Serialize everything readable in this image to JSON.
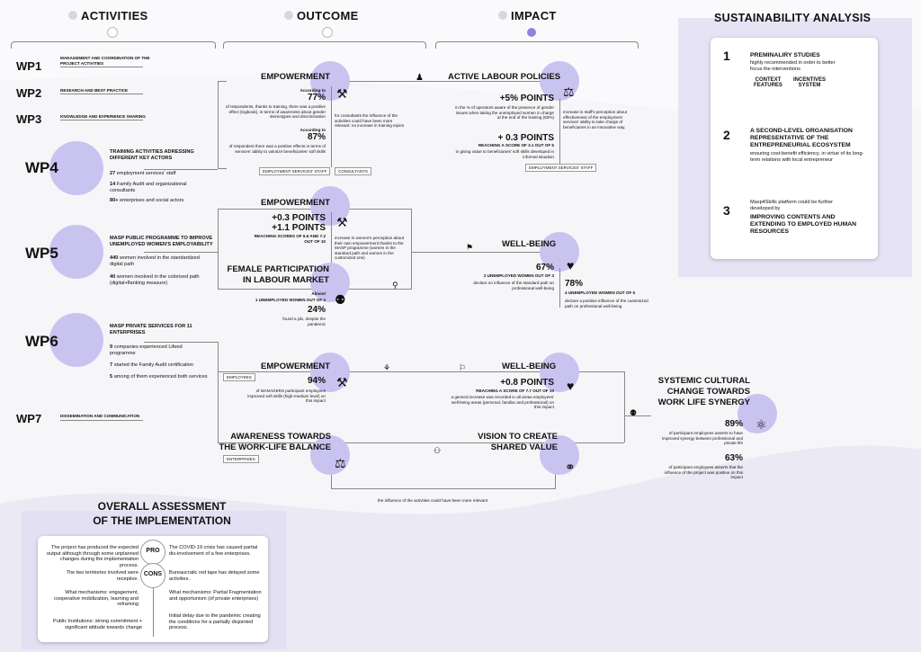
{
  "headers": {
    "activities": "ACTIVITIES",
    "outcome": "OUTCOME",
    "impact": "IMPACT",
    "sustainability": "SUSTAINABILITY ANALYSIS"
  },
  "wp": {
    "wp1": {
      "label": "WP1",
      "text": "MANAGEMENT AND COORDINATION OF THE PROJECT ACTIVITIES"
    },
    "wp2": {
      "label": "WP2",
      "text": "RESEARCH AND BEST PRACTICE"
    },
    "wp3": {
      "label": "WP3",
      "text": "KNOWLEDGE AND EXPERIENCE SHARING"
    },
    "wp4": {
      "label": "WP4",
      "title": "TRAINING ACTIVITIES ADRESSING DIFFERENT KEY ACTORS",
      "items": [
        {
          "n": "27",
          "t": "employment services' staff"
        },
        {
          "n": "14",
          "t": "Family Audit and organizational consultants"
        },
        {
          "n": "80+",
          "t": "enterprises and social actors"
        }
      ]
    },
    "wp5": {
      "label": "WP5",
      "title": "MASP PUBLIC PROGRAMME TO IMPROVE UNEMPLOYED WOMEN'S EMPLOYABILITY",
      "items": [
        {
          "n": "440",
          "t": "women involved in the standardized digital path"
        },
        {
          "n": "40",
          "t": "women involved in the colorized path (digital+flanking measure)"
        }
      ]
    },
    "wp6": {
      "label": "WP6",
      "title": "MASP PRIVATE SERVICES FOR 11 ENTERPRISES",
      "items": [
        {
          "n": "9",
          "t": "companies experienced Lifeed programme"
        },
        {
          "n": "7",
          "t": "started the Family Audit certification"
        },
        {
          "n": "5",
          "t": "among of them experienced both services"
        }
      ]
    },
    "wp7": {
      "label": "WP7",
      "text": "DISSEMINATION AND COMMUNICATION"
    }
  },
  "row1": {
    "out_title": "EMPOWERMENT",
    "a_pre": "According to",
    "a_pct": "77%",
    "a_txt": "of respondents, thanks to training, there was a positive effect (logbook), in terms of awareness about gender stereotypes and discrimination",
    "b_pre": "According to",
    "b_pct": "87%",
    "b_txt": "of respondent there was a positive effects in terms of services' ability to valorize beneficiaries' soft skills",
    "cons_txt": "for consultants the influence of the activities could have been more relevant: no increase in training topics",
    "tag1": "EMPLOYMENT SERVICES' STAFF",
    "tag2": "CONSULTANTS",
    "imp_title": "ACTIVE LABOUR POLICIES",
    "p1": "+5% POINTS",
    "p1_txt": "in the % of operators aware of the presence of gender issues when taking the unemployed women in charge at the end of the training (83%)",
    "p2": "+ 0.3 POINTS",
    "p2_sub": "REACHING A SCORE OF 3.1 OUT OF 5",
    "p2_txt": "in giving value to beneficiaries' soft skills developed in informal situation",
    "side_txt": "Increase in staff's perception about effectiveness of the employment services' ability to take charge of beneficiaries in an innovative way.",
    "tag3": "EMPLOYMENT SERVICES' STAFF"
  },
  "row2": {
    "out_title": "EMPOWERMENT",
    "p1": "+0.3 POINTS",
    "p2": "+1.1 POINTS",
    "sub": "REACHING SCORES OF 6.6 AND 7.2 OUT OF 10",
    "side_txt": "increase in women's perception about their own empowerment thanks to the MASP programme (women in the standard path and women in the customized one)",
    "fp_title": "FEMALE PARTICIPATION IN LABOUR MARKET",
    "almost": "Almost",
    "fp_sub": "1 UNEMPLOYED WOMEN OUT OF 4",
    "fp_pct": "24%",
    "fp_txt": "found a job, despite the pandemic",
    "wb_title": "WELL-BEING",
    "wb1_pct": "67%",
    "wb1_sub": "2 UNEMPLOYED WOMEN OUT OF 3",
    "wb1_txt": "declare no influence of the standard path on professional well-being",
    "wb2_pct": "78%",
    "wb2_sub": "4 UNEMPLOYED WOMEN OUT OF 5",
    "wb2_txt": "declare a positive influence of the customized path on professional well-being"
  },
  "row3": {
    "out_title": "EMPOWERMENT",
    "pct": "94%",
    "txt": "of MANAGERS participant employees improved soft skills (high-medium level) on this impact",
    "tag_emp": "EMPLOYEES",
    "tag_ent": "ENTERPRISES",
    "wb_title": "WELL-BEING",
    "wb_p": "+0.8 POINTS",
    "wb_sub": "REACHING A SCORE OF 7.7 OUT OF 10",
    "wb_txt": "a general increase was recorded in all areas employees' well-being areas (personal, familiar and professional) on this impact",
    "aw_title": "AWARENESS TOWARDS THE WORK-LIFE BALANCE",
    "vs_title": "VISION TO CREATE SHARED VALUE",
    "bottom_note": "the influence of the activities could have been more relevant",
    "sys_title": "SYSTEMIC CULTURAL CHANGE TOWARDS WORK LIFE SYNERGY",
    "s1_pct": "89%",
    "s1_txt": "of participant employees asserts to have improved synergy between professional and private life",
    "s2_pct": "63%",
    "s2_txt": "of participant employees asserts that the influence of the project was positive on this impact"
  },
  "sustain": {
    "n1": "1",
    "t1": "PREMINALIRY STUDIES",
    "t1_sub": "highly recommended in order to better focus the interventions",
    "c1": "CONTEXT FEATURES",
    "c2": "INCENTIVES SYSTEM",
    "n2": "2",
    "t2": "A SECOND-LEVEL ORGANISATION REPRESENTATIVE OF THE ENTREPRENEURIAL ECOSYSTEM",
    "t2_sub": "ensuring cost-benefit efficiency, in virtue of its long-term relations with local entrepreneur",
    "n3": "3",
    "t3_pre": "Masp4Skills platform could be further developed by",
    "t3": "IMPROVING CONTENTS AND EXTENDING TO EMPLOYED HUMAN RESOURCES"
  },
  "assessment": {
    "title1": "OVERALL ASSESSMENT",
    "title2": "OF THE IMPLEMENTATION",
    "pro": "PRO",
    "cons": "CONS",
    "left": [
      "The project has produced the expected output although through some unplanned changes during the implementation process.",
      "The two territories involved were receptive.",
      "What mechanisms: engagement, cooperative mobilization, learning and reframing",
      "Public Institutions: strong commitment + significant attitude towards change"
    ],
    "right": [
      "The COVID-19 crisis has caused partial dis-involvement of a few enterprises.",
      "Bureaucratic red tape has delayed some activities.",
      "What mechanisms: Partial Fragmentation and opportunism (of private enterprises)",
      "Initial delay due to the pandemic creating the conditions for a partially disjointed process."
    ]
  }
}
